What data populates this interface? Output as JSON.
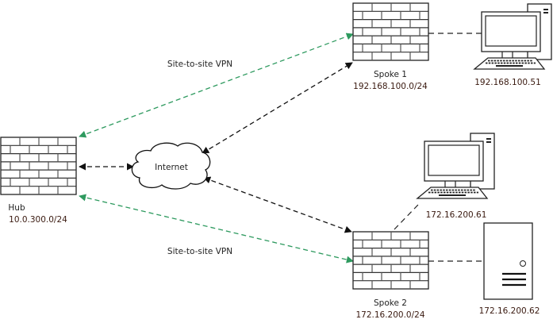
{
  "title": "Hub-and-spoke site-to-site VPN topology",
  "colors": {
    "vpn_link": "#2e9a5f",
    "internet_link": "#111111",
    "lan_link": "#222222",
    "label_text": "#222222",
    "ip_text": "#3a1a10"
  },
  "nodes": {
    "hub": {
      "type": "firewall",
      "name": "Hub",
      "subnet": "10.0.300.0/24"
    },
    "spoke1": {
      "type": "firewall",
      "name": "Spoke 1",
      "subnet": "192.168.100.0/24"
    },
    "spoke2": {
      "type": "firewall",
      "name": "Spoke 2",
      "subnet": "172.16.200.0/24"
    },
    "internet": {
      "type": "cloud",
      "name": "Internet"
    },
    "pc1": {
      "type": "workstation",
      "ip": "192.168.100.51"
    },
    "pc2": {
      "type": "workstation",
      "ip": "172.16.200.61"
    },
    "server": {
      "type": "server",
      "ip": "172.16.200.62"
    }
  },
  "links": [
    {
      "from": "hub",
      "to": "spoke1",
      "style": "vpn",
      "label": "Site-to-site VPN",
      "bidirectional": true
    },
    {
      "from": "hub",
      "to": "spoke2",
      "style": "vpn",
      "label": "Site-to-site VPN",
      "bidirectional": true
    },
    {
      "from": "hub",
      "to": "internet",
      "style": "internet",
      "bidirectional": true
    },
    {
      "from": "internet",
      "to": "spoke1",
      "style": "internet",
      "bidirectional": true
    },
    {
      "from": "internet",
      "to": "spoke2",
      "style": "internet",
      "bidirectional": true
    },
    {
      "from": "spoke1",
      "to": "pc1",
      "style": "lan"
    },
    {
      "from": "spoke2",
      "to": "pc2",
      "style": "lan"
    },
    {
      "from": "spoke2",
      "to": "server",
      "style": "lan"
    }
  ]
}
